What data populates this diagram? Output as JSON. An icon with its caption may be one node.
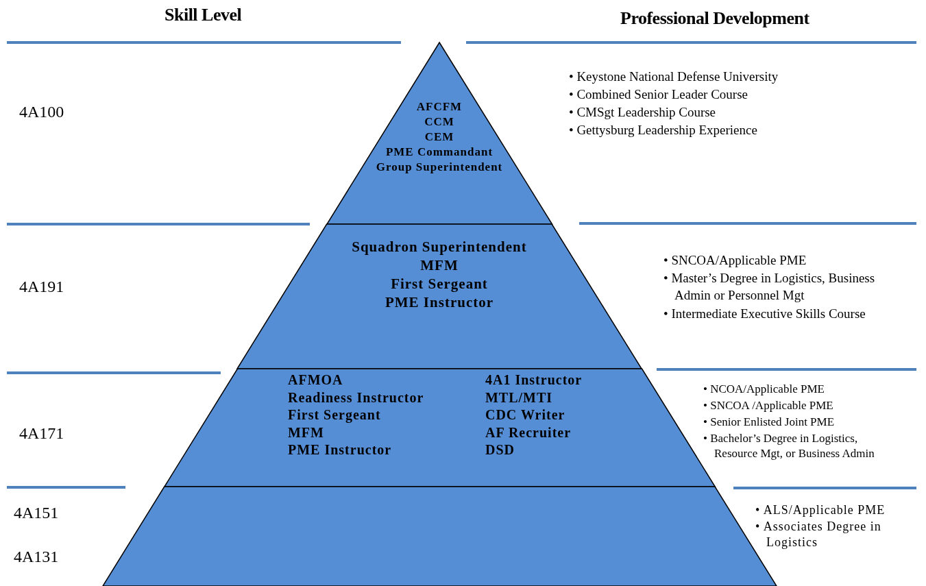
{
  "diagram": {
    "nodes": [
      {
        "text": [
          "AFCFM",
          "CCM",
          "CEM",
          "PME Commandant",
          "Group Superintendent"
        ]
      },
      {
        "text": [
          "Squadron Superintendent",
          "MFM",
          "First Sergeant",
          "PME Instructor"
        ]
      },
      {
        "text": [
          "AFMOA",
          "Readiness Instructor",
          "First Sergeant",
          "MFM",
          "PME Instructor",
          "4A1 Instructor",
          "MTL/MTI",
          "CDC Writer",
          "AF Recruiter",
          "DSD"
        ]
      },
      {
        "text": [],
        "shape": "band"
      }
    ],
    "labels": [
      "Skill Level",
      "Professional Development",
      "4A100",
      "• Keystone National Defense University",
      "• Combined Senior Leader Course",
      "• CMSgt Leadership Course",
      "• Gettysburg Leadership Experience",
      "4A191",
      "• SNCOA/Applicable PME",
      "• Master’s Degree in Logistics, Business Admin or Personnel Mgt",
      "• Intermediate Executive Skills Course",
      "4A171",
      "• NCOA/Applicable PME",
      "• SNCOA /Applicable PME",
      "• Senior Enlisted Joint PME",
      "• Bachelor’s Degree in Logistics, Resource Mgt, or Business Admin",
      "4A151",
      "4A131",
      "• ALS/Applicable PME",
      "• Associates Degree in Logistics"
    ]
  }
}
